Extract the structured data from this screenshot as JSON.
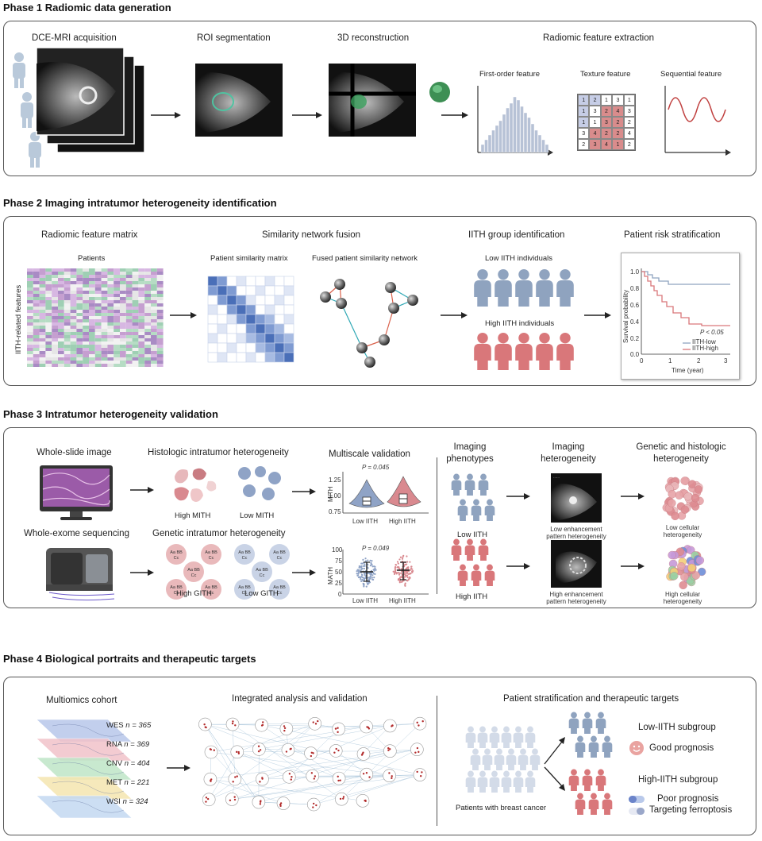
{
  "phase1": {
    "title": "Phase 1 Radiomic data generation",
    "steps": [
      "DCE-MRI acquisition",
      "ROI segmentation",
      "3D reconstruction",
      "Radiomic feature extraction"
    ],
    "features": [
      "First-order feature",
      "Texture feature",
      "Sequential feature"
    ],
    "texture_matrix": [
      [
        "1",
        "2",
        "1",
        "3",
        "1"
      ],
      [
        "1",
        "3",
        "2",
        "4",
        "3"
      ],
      [
        "1",
        "1",
        "3",
        "2",
        "2"
      ],
      [
        "3",
        "4",
        "2",
        "2",
        "4"
      ],
      [
        "2",
        "3",
        "4",
        "1",
        "2"
      ]
    ]
  },
  "phase2": {
    "title": "Phase 2 Imaging intratumor heterogeneity identification",
    "steps": [
      "Radiomic feature matrix",
      "Similarity network fusion",
      "IITH group identification",
      "Patient risk stratification"
    ],
    "patients_label": "Patients",
    "features_axis_label": "IITH-related features",
    "similarity_matrix_label": "Patient similarity matrix",
    "fused_network_label": "Fused patient similarity network",
    "low_group_label": "Low IITH individuals",
    "high_group_label": "High IITH individuals",
    "km": {
      "ylabel": "Survival probability",
      "xlabel": "Time (year)",
      "pvalue": "P < 0.05",
      "legend": [
        "IITH-low",
        "IITH-high"
      ],
      "yticks": [
        "1.0",
        "0.8",
        "0.6",
        "0.4",
        "0.2",
        "0.0"
      ],
      "xticks": [
        "0",
        "1",
        "2",
        "3"
      ]
    }
  },
  "phase3": {
    "title": "Phase 3 Intratumor heterogeneity validation",
    "wsi_label": "Whole-slide image",
    "wes_label": "Whole-exome sequencing",
    "histo_label": "Histologic intratumor heterogeneity",
    "high_mith": "High MITH",
    "low_mith": "Low MITH",
    "genetic_label": "Genetic intratumor heterogeneity",
    "high_gith": "High GITH",
    "low_gith": "Low GITH",
    "multiscale_label": "Multiscale validation",
    "violin1": {
      "p": "P = 0.045",
      "ylabel": "MITH",
      "yticks": [
        "1.25",
        "1.00",
        "0.75"
      ],
      "yticks_top": "1.25",
      "groups": [
        "Low IITH",
        "High IITH"
      ]
    },
    "violin2": {
      "p": "P = 0.049",
      "ylabel": "MATH",
      "yticks": [
        "100",
        "75",
        "50",
        "25",
        "0"
      ],
      "groups": [
        "Low IITH",
        "High IITH"
      ]
    },
    "imaging_phenotypes": "Imaging\nphenotypes",
    "imaging_phenotypes_l1": "Imaging",
    "imaging_phenotypes_l2": "phenotypes",
    "imaging_het_l1": "Imaging",
    "imaging_het_l2": "heterogeneity",
    "gen_hist_l1": "Genetic and histologic",
    "gen_hist_l2": "heterogeneity",
    "low_iith": "Low IITH",
    "high_iith": "High IITH",
    "low_enh_l1": "Low enhancement",
    "low_enh_l2": "pattern heterogeneity",
    "high_enh_l1": "High enhancement",
    "high_enh_l2": "pattern heterogeneity",
    "low_cell_l1": "Low cellular",
    "low_cell_l2": "heterogeneity",
    "high_cell_l1": "High cellular",
    "high_cell_l2": "heterogeneity",
    "genotypes": [
      "Aa",
      "BB",
      "Cc"
    ]
  },
  "phase4": {
    "title": "Phase 4 Biological portraits and therapeutic targets",
    "multiomics_label": "Multiomics cohort",
    "cohort": [
      {
        "name": "WES",
        "n": "n = 365",
        "color": "#b8c7ea"
      },
      {
        "name": "RNA",
        "n": "n = 369",
        "color": "#f2c2c9"
      },
      {
        "name": "CNV",
        "n": "n = 404",
        "color": "#bfe6c7"
      },
      {
        "name": "MET",
        "n": "n = 221",
        "color": "#f5e6b0"
      },
      {
        "name": "WSI",
        "n": "n = 324",
        "color": "#c4d9f2"
      }
    ],
    "integrated_label": "Integrated analysis and validation",
    "stratification_label": "Patient stratification and therapeutic targets",
    "low_subgroup": "Low-IITH subgroup",
    "good_prognosis": "Good prognosis",
    "high_subgroup": "High-IITH subgroup",
    "poor_prognosis": "Poor prognosis",
    "targeting": "Targeting ferroptosis",
    "patients_label": "Patients with breast cancer"
  },
  "colors": {
    "low": "#8fa3bf",
    "high": "#d9777a",
    "blue": "#4a6fb8",
    "red": "#c9555a"
  }
}
